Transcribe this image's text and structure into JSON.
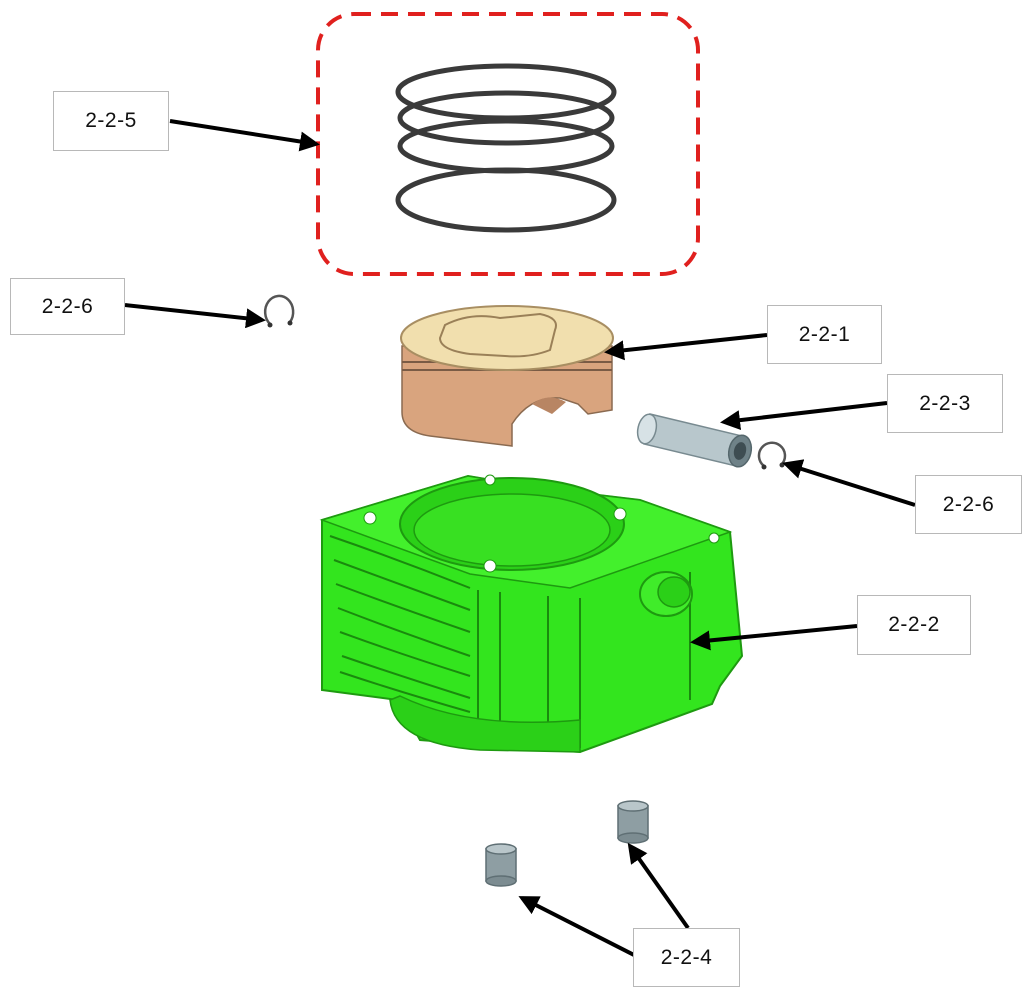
{
  "colors": {
    "highlight_border": "#e0201e",
    "cylinder": "#33e51e",
    "piston_skirt": "#d9a47e",
    "piston_crown": "#f1dfae",
    "pin": "#b8c7cc",
    "dowel": "#8e9ea3",
    "arrow": "#000000"
  },
  "callouts": [
    {
      "id": "rings",
      "label": "2-2-5",
      "icon": "piston-rings-icon"
    },
    {
      "id": "clip_left",
      "label": "2-2-6",
      "icon": "circlip-icon"
    },
    {
      "id": "piston",
      "label": "2-2-1",
      "icon": "piston-icon"
    },
    {
      "id": "pin",
      "label": "2-2-3",
      "icon": "piston-pin-icon"
    },
    {
      "id": "clip_right",
      "label": "2-2-6",
      "icon": "circlip-icon"
    },
    {
      "id": "cylinder",
      "label": "2-2-2",
      "icon": "cylinder-block-icon"
    },
    {
      "id": "dowels",
      "label": "2-2-4",
      "icon": "dowel-pin-icon"
    }
  ]
}
